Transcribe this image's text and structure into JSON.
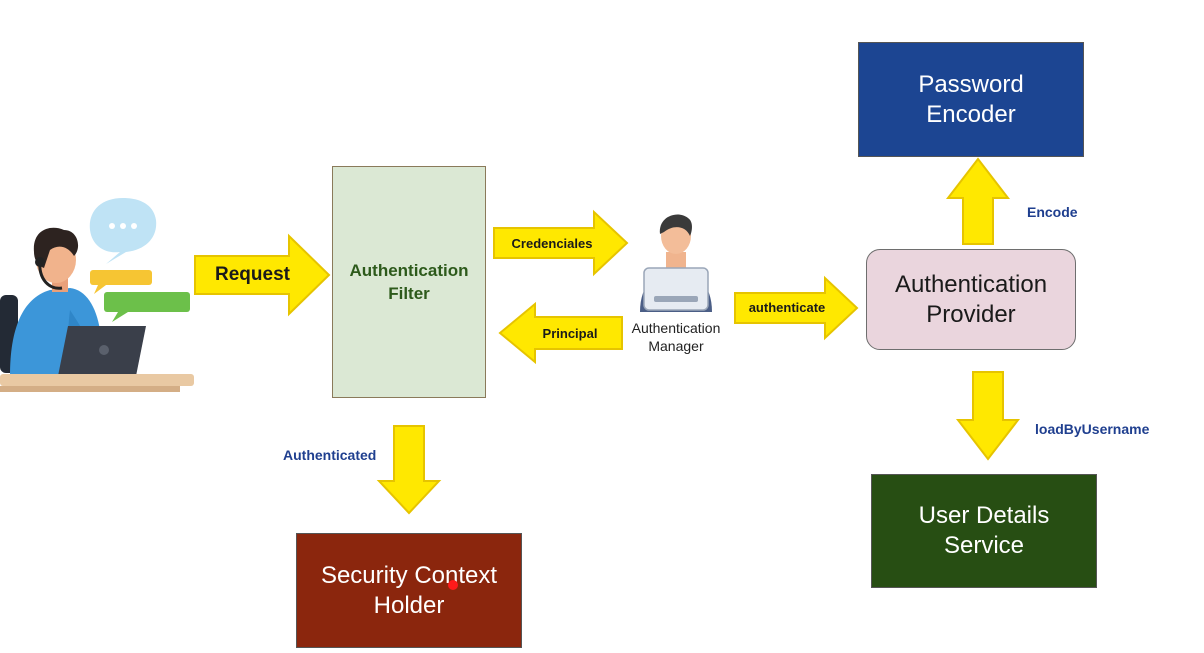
{
  "nodes": {
    "filter": {
      "line1": "Authentication",
      "line2": "Filter"
    },
    "manager": {
      "line1": "Authentication",
      "line2": "Manager"
    },
    "provider": {
      "line1": "Authentication",
      "line2": "Provider"
    },
    "encoder": {
      "line1": "Password",
      "line2": "Encoder"
    },
    "user_details": {
      "line1": "User Details",
      "line2": "Service"
    },
    "context_holder": {
      "line1": "Security Context",
      "line2": "Holder"
    }
  },
  "arrows": {
    "request": "Request",
    "credenciales": "Credenciales",
    "principal": "Principal",
    "authenticate": "authenticate",
    "encode": "Encode",
    "load_by_username": "loadByUsername",
    "authenticated": "Authenticated"
  },
  "colors": {
    "arrow_fill": "#ffe800",
    "arrow_stroke": "#e6c400",
    "filter_fill": "#dbe8d4",
    "filter_text": "#2d5a1b",
    "provider_fill": "#ead5dd",
    "encoder_fill": "#1c4592",
    "user_details_fill": "#274e13",
    "context_holder_fill": "#8b260d",
    "side_label": "#1f3f8f"
  },
  "icons": [
    "support-agent-icon",
    "chat-bubbles-icon",
    "businessman-laptop-icon"
  ]
}
